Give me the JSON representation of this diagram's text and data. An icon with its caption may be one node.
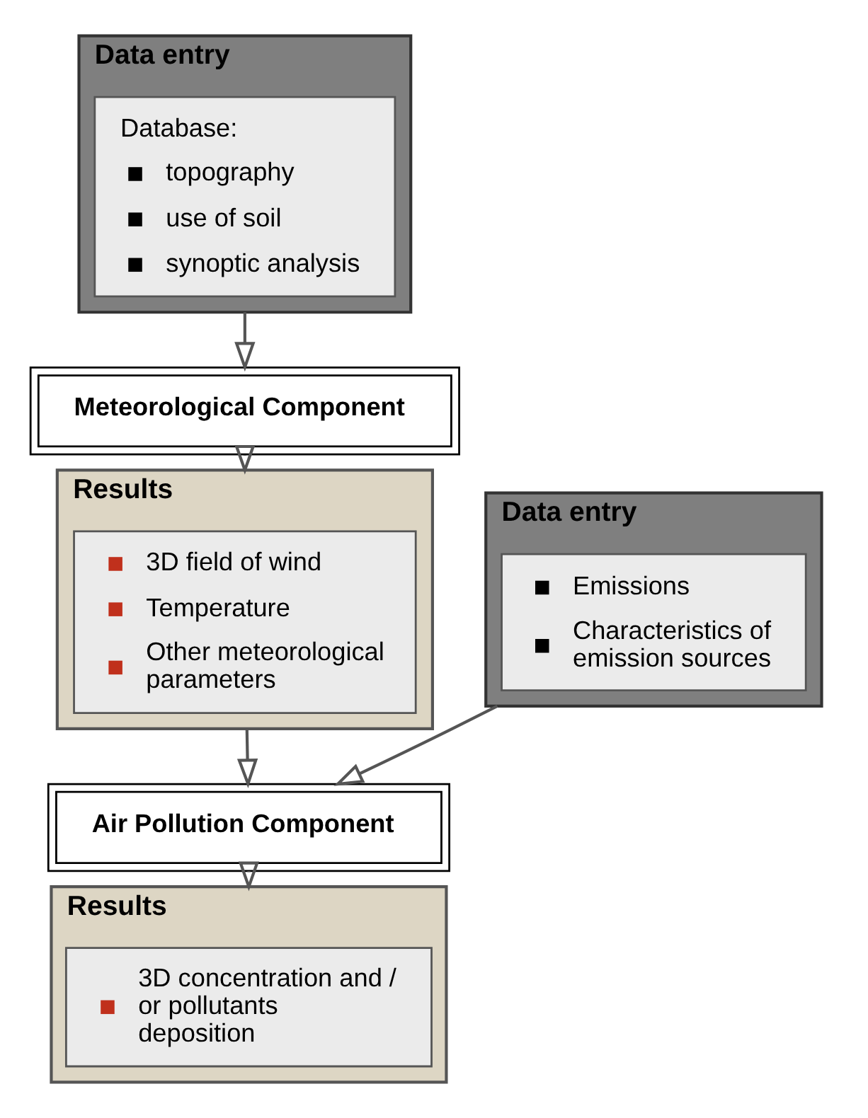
{
  "diagram": {
    "nodes": [
      {
        "text": [
          "Data entry"
        ]
      },
      {
        "text": [
          "Database:",
          "topography",
          "use of soil",
          "synoptic analysis"
        ],
        "in": 0
      },
      {
        "text": [
          "Meteorological Component"
        ]
      },
      {
        "text": [
          "Data entry"
        ]
      },
      {
        "text": [
          "Emissions",
          "Characteristics of emission sources"
        ],
        "in": 3
      },
      {
        "text": [
          "Results"
        ]
      },
      {
        "text": [
          "3D field of wind",
          "Temperature",
          "Other meteorological parameters"
        ],
        "in": 5
      },
      {
        "text": [
          "Air Pollution Component"
        ]
      },
      {
        "text": [
          "Results"
        ]
      },
      {
        "text": [
          "3D concentration and / or pollutants deposition"
        ],
        "in": 8
      }
    ],
    "edges": [
      {
        "from": 0,
        "to": 2,
        "arrow": "to"
      },
      {
        "from": 2,
        "to": 5,
        "arrow": "to"
      },
      {
        "from": 3,
        "to": 7,
        "arrow": "to"
      },
      {
        "from": 5,
        "to": 7,
        "arrow": "to"
      },
      {
        "from": 7,
        "to": 8,
        "arrow": "to"
      }
    ]
  }
}
